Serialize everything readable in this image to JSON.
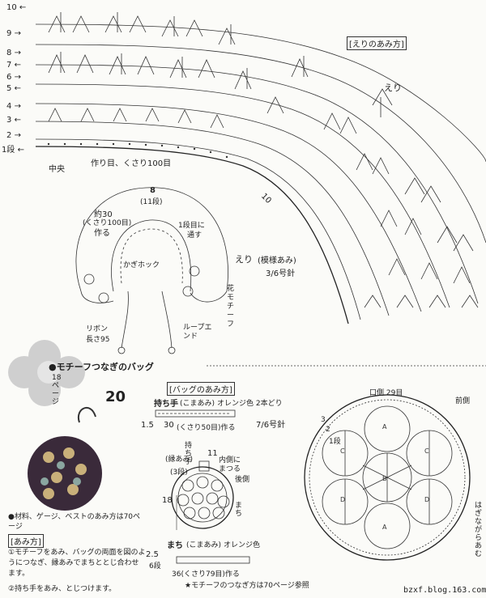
{
  "collar_chart": {
    "title": "えりのあみ方",
    "piece_label": "えり",
    "row_labels": [
      {
        "num": "10",
        "arrow": "←"
      },
      {
        "num": "9",
        "arrow": "→"
      },
      {
        "num": "8",
        "arrow": "→"
      },
      {
        "num": "7",
        "arrow": "←"
      },
      {
        "num": "6",
        "arrow": "→"
      },
      {
        "num": "5",
        "arrow": "←"
      },
      {
        "num": "4",
        "arrow": "→"
      },
      {
        "num": "3",
        "arrow": "←"
      },
      {
        "num": "2",
        "arrow": "→"
      },
      {
        "num": "1段",
        "arrow": "←"
      }
    ],
    "center_label": "中央",
    "foundation_label": "作り目、くさり100目",
    "rotated_row_label": "10"
  },
  "collar_schematic": {
    "center_top": "8",
    "center_sub": "(11段)",
    "approx_label": "約30",
    "approx_sub": "(くさり100目)",
    "make_label": "作る",
    "hook_label": "かぎホック",
    "thread_label_1": "1段目に",
    "thread_label_2": "通す",
    "collar_label": "えり",
    "pattern_label": "(模様あみ)",
    "needle_label": "3/6号針",
    "flower_label": "花モチーフ",
    "ribbon_label": "リボン",
    "ribbon_len": "長さ95",
    "loop_label": "ループエンド"
  },
  "bag_section": {
    "title": "●モチーフつなぎのバッグ",
    "number": "20",
    "photo_ref": "18ページ",
    "materials_note": "●材料、ゲージ、ベストのあみ方は70ページ",
    "howto_title": "あみ方",
    "step1": "①モチーフをあみ、バッグの両面を図のようにつなぎ、縁あみでまちととじ合わせます。",
    "step2": "②持ち手をあみ、とじつけます。"
  },
  "bag_chart": {
    "title": "バッグのあみ方",
    "handle_label": "持ち手",
    "handle_stitch": "(こまあみ)",
    "handle_color": "オレンジ色 2本どり",
    "handle_dim_a": "1.5",
    "handle_dim_b": "30",
    "handle_chain": "(くさり50目)作る",
    "needle": "7/6号針",
    "edge_label": "(縁あみ)",
    "edge_rows": "(3段)",
    "handle_small": "持ち手",
    "height": "18",
    "inside_label": "内側に",
    "sew_label": "まつる",
    "dim_11": "11",
    "back_label": "後側",
    "gusset_label": "まち",
    "gusset_stitch": "(こまあみ)",
    "gusset_color": "オレンジ色",
    "gusset_dim_a": "2.5",
    "gusset_dim_b": "6",
    "gusset_rows": "段",
    "gusset_chain": "36(くさり79目)作る",
    "note": "★モチーフのつなぎ方は70ページ参照"
  },
  "round_chart": {
    "front_label": "口側 29目",
    "back_label": "前側",
    "row3": "3",
    "row2": "2",
    "row1": "1段",
    "side_text": "はぎながらあむ"
  },
  "watermark": "bzxf.blog.163.com",
  "colors": {
    "ink": "#222222",
    "paper": "#fbfbf8",
    "grey_flower": "#cfcfcf"
  }
}
